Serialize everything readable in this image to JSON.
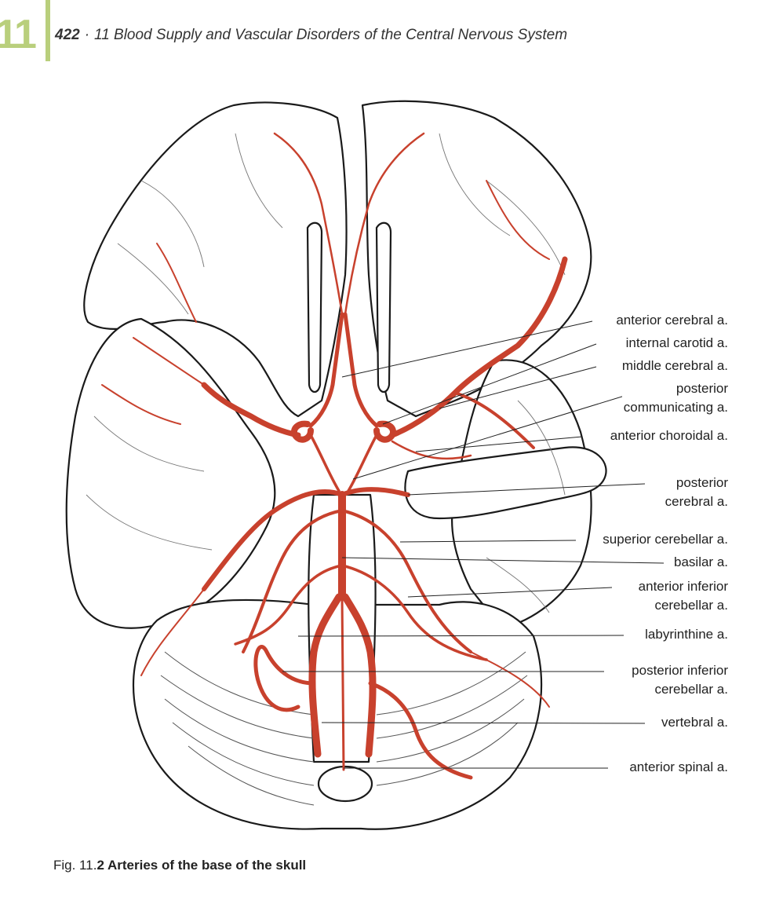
{
  "header": {
    "chapter_tab": "11",
    "page_number": "422",
    "separator": "·",
    "chapter_title": "11 Blood Supply and Vascular Disorders of the Central Nervous System"
  },
  "figure": {
    "labels": [
      {
        "id": "anterior-cerebral",
        "lines": [
          "anterior cerebral a."
        ]
      },
      {
        "id": "internal-carotid",
        "lines": [
          "internal carotid a."
        ]
      },
      {
        "id": "middle-cerebral",
        "lines": [
          "middle cerebral a."
        ]
      },
      {
        "id": "posterior-communicating",
        "lines": [
          "posterior",
          "communicating a."
        ]
      },
      {
        "id": "anterior-choroidal",
        "lines": [
          "anterior choroidal a."
        ]
      },
      {
        "id": "posterior-cerebral",
        "lines": [
          "posterior",
          "cerebral a."
        ]
      },
      {
        "id": "superior-cerebellar",
        "lines": [
          "superior cerebellar a."
        ]
      },
      {
        "id": "basilar",
        "lines": [
          "basilar a."
        ]
      },
      {
        "id": "anterior-inferior-cerebellar",
        "lines": [
          "anterior inferior",
          "cerebellar a."
        ]
      },
      {
        "id": "labyrinthine",
        "lines": [
          "labyrinthine a."
        ]
      },
      {
        "id": "posterior-inferior-cerebellar",
        "lines": [
          "posterior inferior",
          "cerebellar a."
        ]
      },
      {
        "id": "vertebral",
        "lines": [
          "vertebral a."
        ]
      },
      {
        "id": "anterior-spinal",
        "lines": [
          "anterior spinal a."
        ]
      }
    ]
  },
  "caption": {
    "prefix": "Fig. 11.",
    "title": "2 Arteries of the base of the skull"
  },
  "colors": {
    "artery": "#c8412d",
    "chapter_accent": "#b9cf7c",
    "outline": "#1a1a1a"
  }
}
